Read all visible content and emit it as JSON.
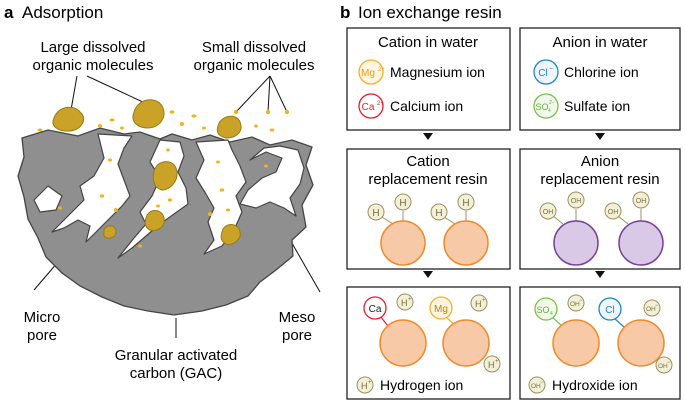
{
  "panel_a": {
    "letter": "a",
    "title": "Adsorption",
    "label_large_1": "Large dissolved",
    "label_large_2": "organic molecules",
    "label_small_1": "Small dissolved",
    "label_small_2": "organic molecules",
    "label_micro_1": "Micro",
    "label_micro_2": "pore",
    "label_meso_1": "Meso",
    "label_meso_2": "pore",
    "label_gac_1": "Granular activated",
    "label_gac_2": "carbon (GAC)"
  },
  "panel_b": {
    "letter": "b",
    "title": "Ion exchange resin",
    "cation_box": {
      "heading": "Cation in water",
      "mg_symbol": "Mg",
      "mg_charge": "2+",
      "mg_name": "Magnesium ion",
      "ca_symbol": "Ca",
      "ca_charge": "2+",
      "ca_name": "Calcium ion"
    },
    "anion_box": {
      "heading": "Anion in water",
      "cl_symbol": "Cl",
      "cl_charge": "−",
      "cl_name": "Chlorine ion",
      "so_symbol": "SO",
      "so_sub": "4",
      "so_charge": "2−",
      "so_name": "Sulfate ion"
    },
    "cation_resin": {
      "heading_1": "Cation",
      "heading_2": "replacement resin",
      "h_label": "H"
    },
    "anion_resin": {
      "heading_1": "Anion",
      "heading_2": "replacement resin",
      "oh_label": "OH"
    },
    "cation_result": {
      "ca_label": "Ca",
      "mg_label": "Mg",
      "hplus_label": "H",
      "plus_sign": "+",
      "legend_name": "Hydrogen ion"
    },
    "anion_result": {
      "so_label": "SO",
      "so_sub": "4",
      "cl_label": "Cl",
      "ohminus_label": "OH",
      "minus_sign": "−",
      "legend_name": "Hydroxide ion"
    }
  },
  "colors": {
    "gac_fill": "#8f8f8f",
    "organic_fill": "#c9a227",
    "organic_stroke": "#9b7a12",
    "resin_orange": "#f7c9a6",
    "resin_orange_stroke": "#f08a2c",
    "resin_purple": "#d9c8e6",
    "resin_purple_stroke": "#7a3f9a",
    "h_ion_fill": "#f3f0d8",
    "h_ion_stroke": "#9c9060",
    "ca_stroke": "#e0202a",
    "mg_stroke": "#f0b030",
    "cl_stroke": "#1e84c8",
    "so4_stroke": "#7cc04a"
  }
}
